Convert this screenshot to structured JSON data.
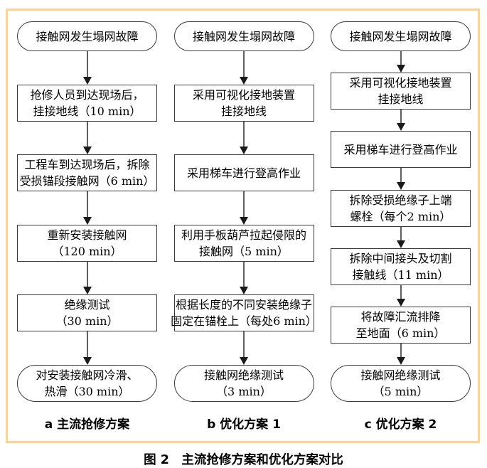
{
  "figure": {
    "caption": "图 2　主流抢修方案和优化方案对比"
  },
  "colors": {
    "background": "#ffffff",
    "text": "#000000",
    "frame_border": "#f5d6a3",
    "node_border": "#3a3a3a",
    "arrow_line": "#5f5f5f",
    "arrow_head": "#1a1a1a"
  },
  "columns": [
    {
      "label": "a 主流抢修方案",
      "nodes": [
        {
          "type": "stadium",
          "text": "接触网发生塌网故障"
        },
        {
          "type": "rect",
          "text": "抢修人员到达现场后，\n挂接地线（10 min）"
        },
        {
          "type": "rect",
          "text": "工程车到达现场后，拆除\n受损锚段接触网（6 min）"
        },
        {
          "type": "rect",
          "text": "重新安装接触网\n（120 min）"
        },
        {
          "type": "rect",
          "text": "绝缘测试\n（30 min）"
        },
        {
          "type": "stadium",
          "text": "对安装接触网冷滑、\n热滑（30 min）"
        }
      ]
    },
    {
      "label": "b 优化方案 1",
      "nodes": [
        {
          "type": "stadium",
          "text": "接触网发生塌网故障"
        },
        {
          "type": "rect",
          "text": "采用可视化接地装置\n挂接地线"
        },
        {
          "type": "rect",
          "text": "采用梯车进行登高作业"
        },
        {
          "type": "rect",
          "text": "利用手板葫芦拉起侵限的\n接触网（5 min）"
        },
        {
          "type": "rect",
          "text": "根据长度的不同安装绝缘子\n固定在锚栓上（每处6 min）"
        },
        {
          "type": "stadium",
          "text": "接触网绝缘测试\n（3 min）"
        }
      ]
    },
    {
      "label": "c 优化方案 2",
      "nodes": [
        {
          "type": "stadium",
          "text": "接触网发生塌网故障"
        },
        {
          "type": "rect",
          "text": "采用可视化接地装置\n挂接地线"
        },
        {
          "type": "rect",
          "text": "采用梯车进行登高作业"
        },
        {
          "type": "rect",
          "text": "拆除受损绝缘子上端\n螺栓（每个2 min）"
        },
        {
          "type": "rect",
          "text": "拆除中间接头及切割\n接触线（11 min）"
        },
        {
          "type": "rect",
          "text": "将故障汇流排降\n至地面（6 min）"
        },
        {
          "type": "stadium",
          "text": "接触网绝缘测试\n（5 min）"
        }
      ]
    }
  ]
}
